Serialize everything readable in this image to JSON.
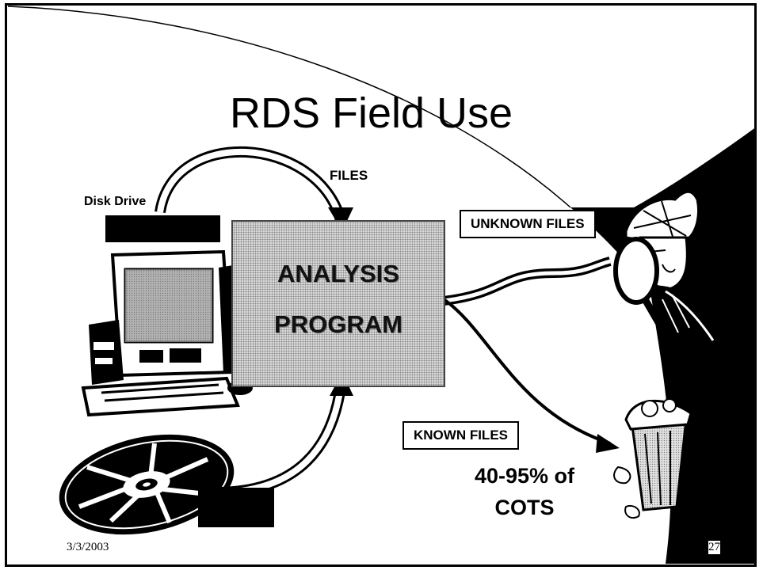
{
  "slide": {
    "title": "RDS Field Use",
    "date": "3/3/2003",
    "page_number": "27"
  },
  "diagram": {
    "disk_drive_label": "Disk Drive",
    "files_label": "FILES",
    "analysis_program": {
      "line1": "ANALYSIS",
      "line2": "PROGRAM"
    },
    "unknown_files_label": "UNKNOWN FILES",
    "known_files_label": "KNOWN FILES",
    "cots_stat": {
      "line1": "40-95% of",
      "line2": "COTS"
    }
  },
  "icons": [
    "computer-icon",
    "cd-disc-icon",
    "detective-icon",
    "magnifying-glass-icon",
    "trash-can-icon"
  ]
}
